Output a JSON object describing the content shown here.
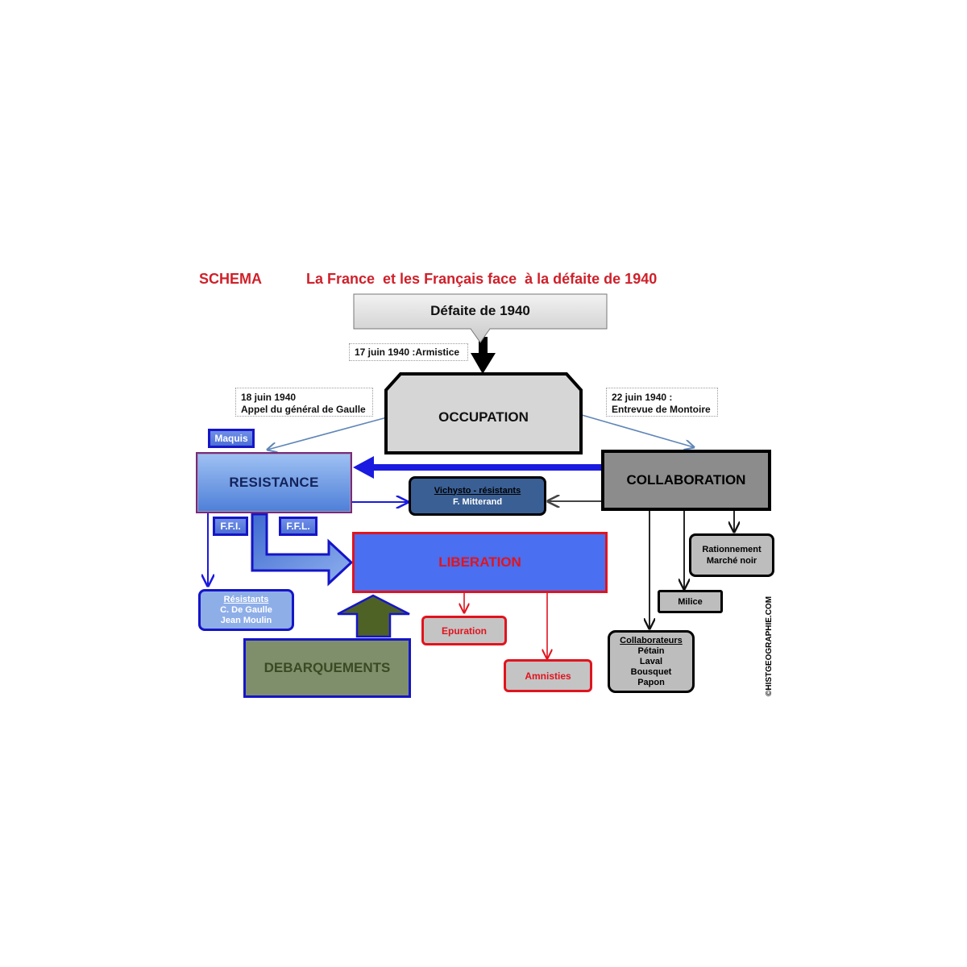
{
  "header": {
    "schema_label": "SCHEMA",
    "title": "La France  et les Français face  à la défaite de 1940"
  },
  "nodes": {
    "defaite": "Défaite de 1940",
    "armistice": "17 juin 1940 :Armistice",
    "occupation": "OCCUPATION",
    "appel": {
      "line1": "18 juin 1940",
      "line2": "Appel du général de Gaulle"
    },
    "montoire": {
      "line1": "22 juin 1940 :",
      "line2": "Entrevue de Montoire"
    },
    "maquis": "Maquis",
    "resistance": "RESISTANCE",
    "collaboration": "COLLABORATION",
    "vichysto": {
      "heading": "Vichysto - résistants",
      "line1": "F. Mitterand"
    },
    "ffi": "F.F.I.",
    "ffl": "F.F.L.",
    "liberation": "LIBERATION",
    "rationnement": {
      "line1": "Rationnement",
      "line2": "Marché noir"
    },
    "milice": "Milice",
    "resistants": {
      "heading": "Résistants",
      "line1": "C. De Gaulle",
      "line2": "Jean Moulin"
    },
    "epuration": "Epuration",
    "amnisties": "Amnisties",
    "debarquements": "DEBARQUEMENTS",
    "collaborateurs": {
      "heading": "Collaborateurs",
      "names": [
        "Pétain",
        "Laval",
        "Bousquet",
        "Papon"
      ]
    }
  },
  "copyright": "©HISTGEOGRAPHIE.COM",
  "colors": {
    "title_red": "#d0202a",
    "resistance_blue": "#5b86d8",
    "liberation_blue": "#4a6ff0",
    "liberation_border": "#e0141e",
    "collaboration_gray": "#8c8c8c",
    "debarquements_green": "#7f8f6c",
    "arrow_olive": "#4f6226"
  }
}
